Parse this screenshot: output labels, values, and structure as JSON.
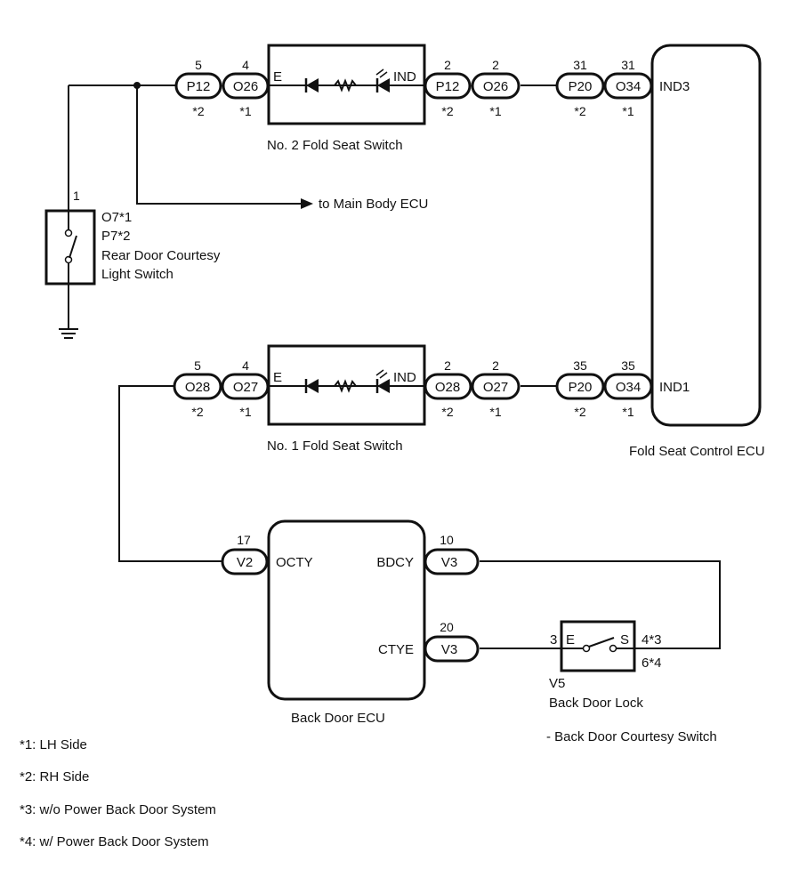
{
  "diagram": {
    "type": "wiring-diagram",
    "components": {
      "fold_seat_switch_2": {
        "name": "No. 2 Fold Seat Switch",
        "terminal_e": "E",
        "terminal_ind": "IND",
        "left_connectors": [
          {
            "id": "P12",
            "pin": "5",
            "note": "*2"
          },
          {
            "id": "O26",
            "pin": "4",
            "note": "*1"
          }
        ],
        "right_connectors": [
          {
            "id": "P12",
            "pin": "2",
            "note": "*2"
          },
          {
            "id": "O26",
            "pin": "2",
            "note": "*1"
          }
        ]
      },
      "fold_seat_switch_1": {
        "name": "No. 1 Fold Seat Switch",
        "terminal_e": "E",
        "terminal_ind": "IND",
        "left_connectors": [
          {
            "id": "O28",
            "pin": "5",
            "note": "*2"
          },
          {
            "id": "O27",
            "pin": "4",
            "note": "*1"
          }
        ],
        "right_connectors": [
          {
            "id": "O28",
            "pin": "2",
            "note": "*2"
          },
          {
            "id": "O27",
            "pin": "2",
            "note": "*1"
          }
        ]
      },
      "fold_seat_control_ecu": {
        "name": "Fold Seat Control ECU",
        "terminal_top": "IND3",
        "terminal_bottom": "IND1",
        "top_connectors": [
          {
            "id": "P20",
            "pin": "31",
            "note": "*2"
          },
          {
            "id": "O34",
            "pin": "31",
            "note": "*1"
          }
        ],
        "bottom_connectors": [
          {
            "id": "P20",
            "pin": "35",
            "note": "*2"
          },
          {
            "id": "O34",
            "pin": "35",
            "note": "*1"
          }
        ]
      },
      "rear_door_courtesy_switch": {
        "pin": "1",
        "lines": [
          "O7*1",
          "P7*2",
          "Rear Door Courtesy",
          "Light Switch"
        ]
      },
      "main_body_ecu_arrow": {
        "label": "to Main Body ECU"
      },
      "back_door_ecu": {
        "name": "Back Door ECU",
        "terminals": {
          "octy": {
            "label": "OCTY",
            "connector": "V2",
            "pin": "17"
          },
          "bdcy": {
            "label": "BDCY",
            "connector": "V3",
            "pin": "10"
          },
          "ctye": {
            "label": "CTYE",
            "connector": "V3",
            "pin": "20"
          }
        }
      },
      "back_door_lock": {
        "connector": "V5",
        "name": "Back Door Lock",
        "sub_name": "- Back Door Courtesy Switch",
        "terminal_e": "E",
        "terminal_s": "S",
        "pin_e": "3",
        "pin_s_a": "4*3",
        "pin_s_b": "6*4"
      }
    },
    "notes": [
      "*1: LH Side",
      "*2: RH Side",
      "*3: w/o Power Back Door System",
      "*4: w/ Power Back Door System"
    ]
  }
}
